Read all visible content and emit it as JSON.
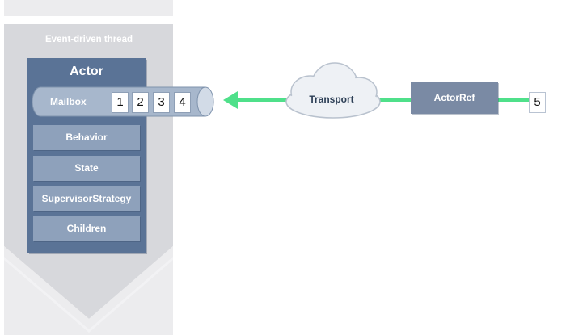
{
  "thread": {
    "label": "Event-driven thread"
  },
  "actor": {
    "title": "Actor",
    "mailbox": {
      "label": "Mailbox",
      "messages": [
        "1",
        "2",
        "3",
        "4"
      ]
    },
    "properties": [
      "Behavior",
      "State",
      "SupervisorStrategy",
      "Children"
    ]
  },
  "transport": {
    "label": "Transport"
  },
  "actor_ref": {
    "label": "ActorRef"
  },
  "incoming_message": "5",
  "colors": {
    "thread_bg": "#dcdde0",
    "actor": "#5a7396",
    "property": "#8ea1bb",
    "actor_ref": "#7a8aa4",
    "arrow": "#4fe08a"
  }
}
